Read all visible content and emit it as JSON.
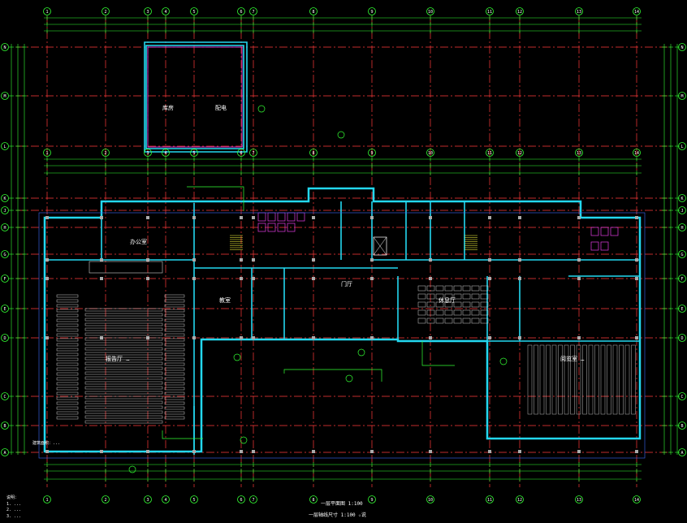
{
  "drawing": {
    "title": "一层平面图  1:100",
    "scale_note": "一层轴线尺寸  1:100   ☆说",
    "legend_lines": [
      "说明：",
      "1. ...",
      "2. ...",
      "3. ..."
    ],
    "sheet_note": "建筑面积：..."
  },
  "axes": {
    "columns": [
      "1",
      "2",
      "3",
      "4",
      "5",
      "6",
      "7",
      "8",
      "9",
      "10",
      "11",
      "12",
      "13",
      "14"
    ],
    "rows": [
      "A",
      "B",
      "C",
      "D",
      "E",
      "F",
      "G",
      "H",
      "J",
      "K",
      "L",
      "M",
      "N"
    ]
  },
  "rooms": [
    {
      "id": "auditorium",
      "label": "报告厅 …"
    },
    {
      "id": "reading",
      "label": "阅览室 …"
    },
    {
      "id": "hall",
      "label": "门厅"
    },
    {
      "id": "lounge",
      "label": "休息厅"
    },
    {
      "id": "classroom",
      "label": "教室"
    },
    {
      "id": "office",
      "label": "办公室"
    },
    {
      "id": "storage",
      "label": "库房"
    },
    {
      "id": "annex",
      "label": "配电"
    }
  ],
  "colors": {
    "axis": "#ff3b3b",
    "wall": "#23d8f0",
    "dim": "#33ff33",
    "detail": "#e43ce4",
    "text": "#ffffff",
    "column": "#aaaaaa",
    "accent": "#ffff40"
  }
}
